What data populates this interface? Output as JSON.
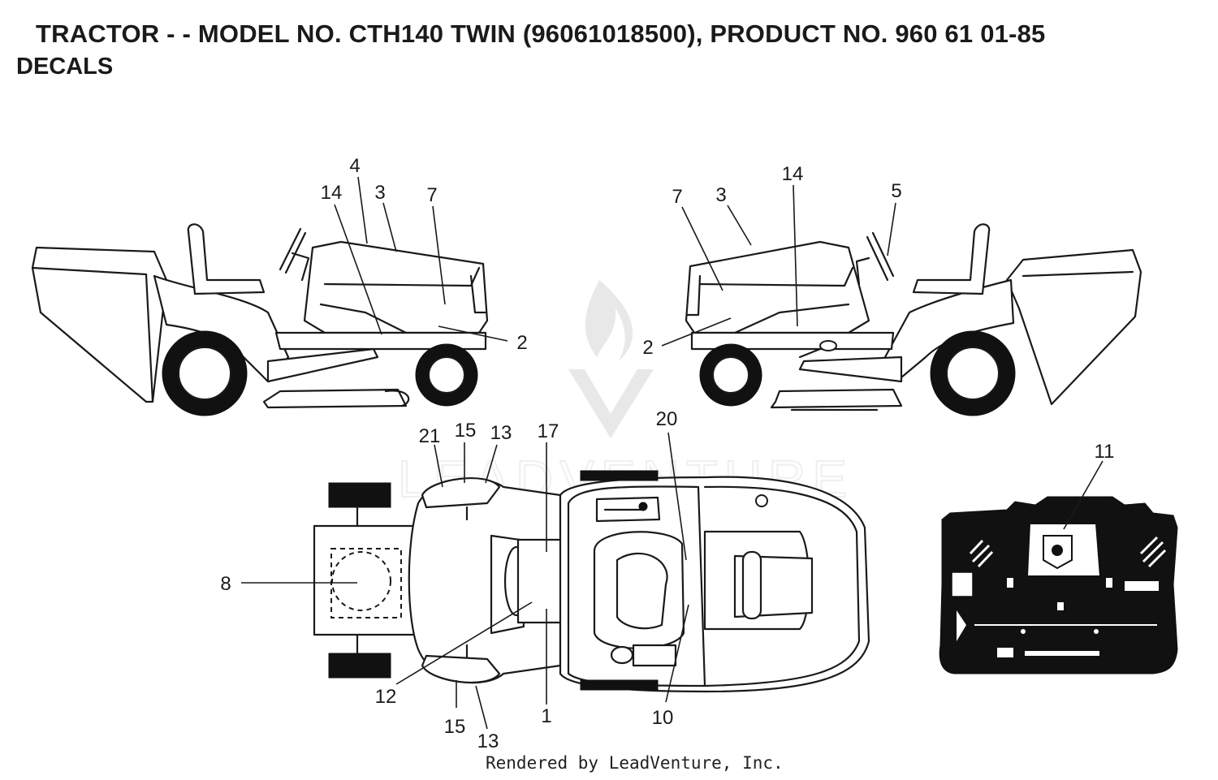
{
  "header": {
    "title": "TRACTOR - - MODEL NO. CTH140 TWIN (96061018500), PRODUCT NO. 960 61 01-85",
    "subtitle": "DECALS"
  },
  "footer": {
    "rendered_by": "Rendered by LeadVenture, Inc."
  },
  "callouts": {
    "left_view": [
      "4",
      "14",
      "3",
      "7",
      "2"
    ],
    "right_view": [
      "14",
      "7",
      "3",
      "5",
      "2"
    ],
    "top_view": [
      "21",
      "15",
      "13",
      "17",
      "20",
      "8",
      "12",
      "1",
      "10",
      "15",
      "13"
    ],
    "rear_view": [
      "11"
    ]
  },
  "watermark": {
    "brand": "LEADVENTURE"
  }
}
